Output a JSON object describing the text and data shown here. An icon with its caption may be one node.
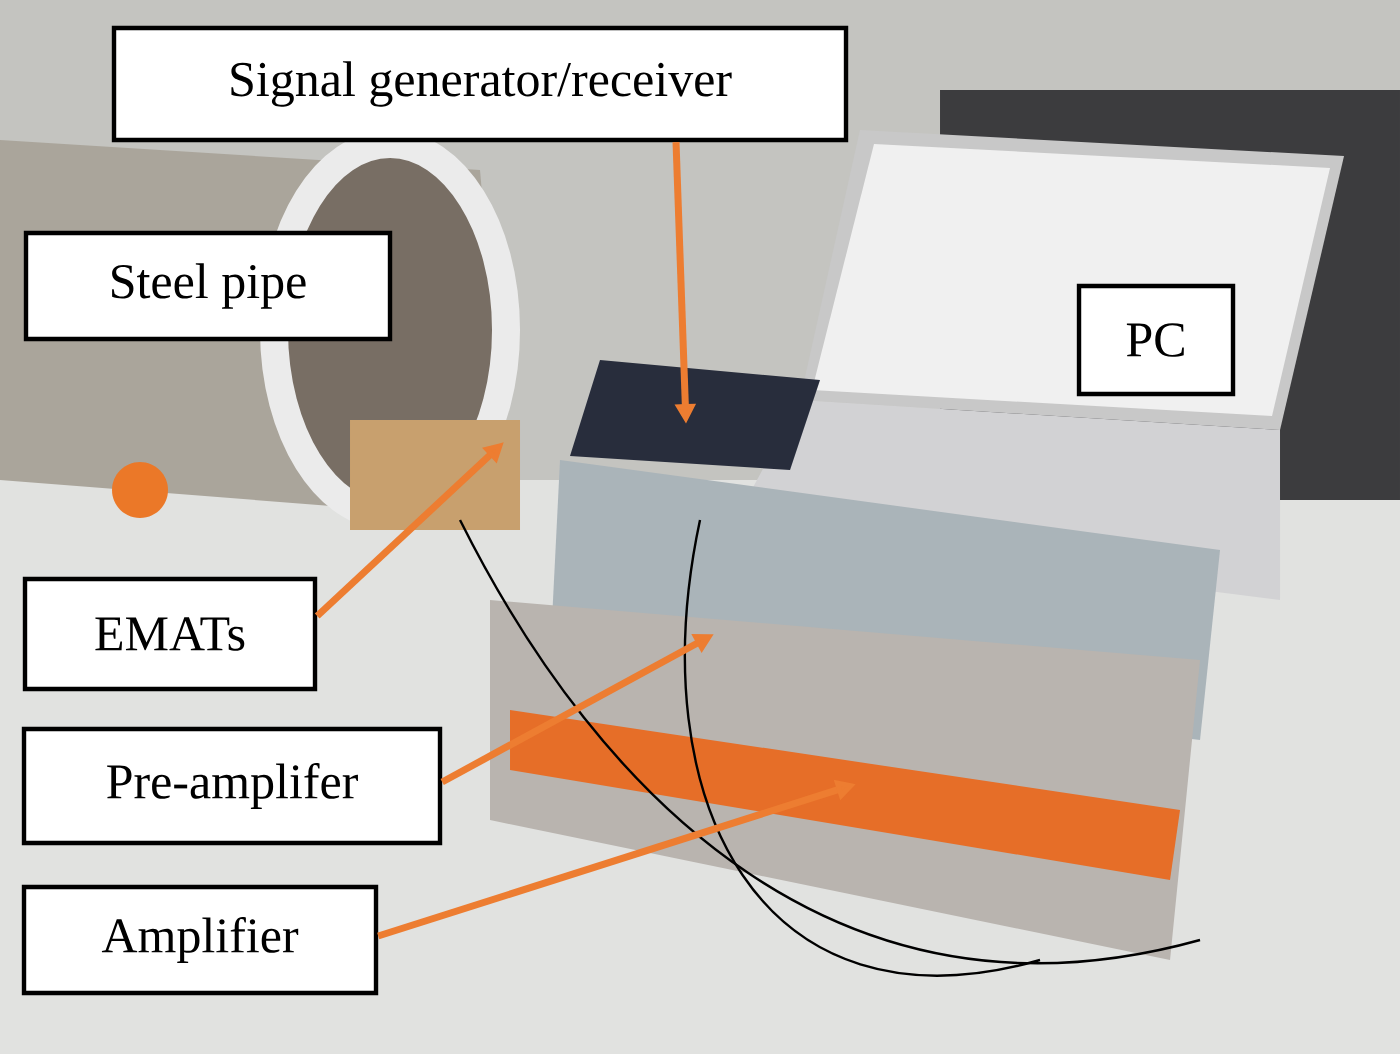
{
  "diagram": {
    "nodes": [
      {
        "text": [
          "Signal generator/receiver"
        ]
      },
      {
        "text": [
          "Steel pipe"
        ]
      },
      {
        "text": [
          "PC"
        ]
      },
      {
        "text": [
          "EMATs"
        ]
      },
      {
        "text": [
          "Pre-amplifer"
        ]
      },
      {
        "text": [
          "Amplifier"
        ]
      }
    ],
    "edges": [
      {
        "from": 0,
        "to": null,
        "arrow": "to"
      },
      {
        "from": 3,
        "to": null,
        "arrow": "to"
      },
      {
        "from": 4,
        "to": null,
        "arrow": "to"
      },
      {
        "from": 5,
        "to": null,
        "arrow": "to"
      }
    ]
  }
}
